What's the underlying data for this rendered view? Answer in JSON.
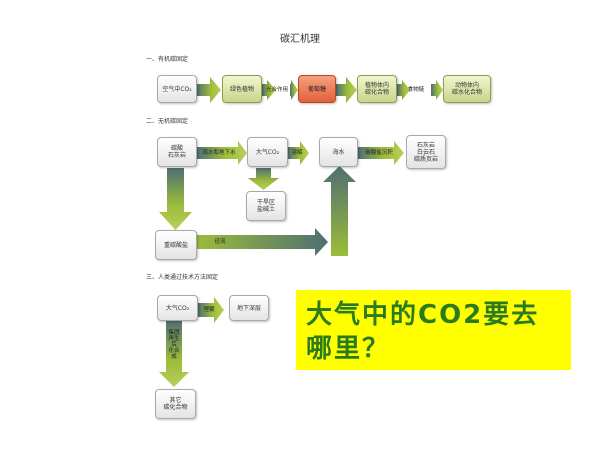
{
  "title": "碳汇机理",
  "sections": {
    "organic": "一、有机碳固定",
    "inorganic": "二、无机碳固定",
    "human": "三、人类通过技术方法固定"
  },
  "nodes": {
    "atm_co2_1": "空气中CO₂",
    "green_plant": "绿色植物",
    "glucose": "葡萄糖",
    "plant_compounds": "植物体内\n碳化合物",
    "animal_compounds": "动物体内\n碳水化合物",
    "carbonate_rock": "碳酸\n石灰岩",
    "atm_co2_2": "大气CO₂",
    "ocean": "海水",
    "limestone": "石灰岩\n白云石\n碳质页岩",
    "arid_soil": "干旱区\n盐碱土",
    "bicarbonate": "重碳酸盐",
    "atm_co2_3": "大气CO₂",
    "underground": "地下深层",
    "other_compounds": "其它\n碳化合物"
  },
  "arrow_labels": {
    "photosynthesis": "光合作用",
    "food_chain": "食物链",
    "rain_groundwater": "雨水和地下水",
    "dissolve": "溶解",
    "deposit": "碳酸盐沉积",
    "runoff": "径流",
    "store": "埋藏",
    "chem_synthesis": "集团\n再生后\n化合成"
  },
  "callout": {
    "text": "大气中的CO2要去\n哪里？"
  },
  "colors": {
    "arrow_green": "#9cbc3a",
    "arrow_teal": "#4f6f73",
    "callout_bg": "#ffff00",
    "callout_text": "#2a7a1e",
    "node_green": "#c9d58a",
    "node_orange": "#e2603a"
  }
}
